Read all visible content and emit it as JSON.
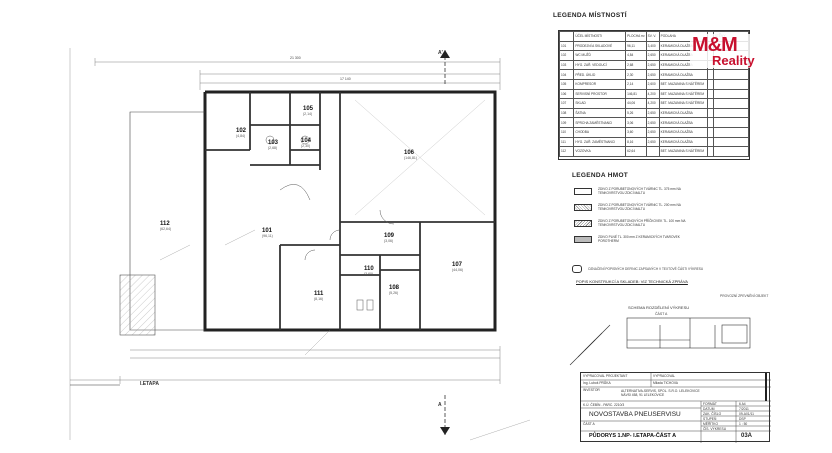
{
  "legend_rooms": {
    "title": "LEGENDA MÍSTNOSTÍ",
    "headers": [
      "",
      "ÚČEL MÍSTNOSTI",
      "PLOCHA m²",
      "SV. V.",
      "PODLAHA",
      "",
      "STĚNY"
    ],
    "rows": [
      {
        "no": "101",
        "name": "PRODEJNÍ A SKLADOVÉ",
        "area": "96,11",
        "h": "3,400",
        "floor": "KERAMICKÁ DLAŽBA",
        "wall": ""
      },
      {
        "no": "102",
        "name": "WC MUŽŮ",
        "area": "4,84",
        "h": "2,650",
        "floor": "KERAMICKÁ DLAŽBA",
        "wall": ""
      },
      {
        "no": "103",
        "name": "HYG. ZAŘ. VEDOUCÍ",
        "area": "2,68",
        "h": "2,650",
        "floor": "KERAMICKÁ DLAŽBA",
        "wall": ""
      },
      {
        "no": "104",
        "name": "PŘED. ÚKLID",
        "area": "2,30",
        "h": "2,650",
        "floor": "KERAMICKÁ DLAŽBA",
        "wall": ""
      },
      {
        "no": "105",
        "name": "KOMPRESOR",
        "area": "2,14",
        "h": "2,600",
        "floor": "BET. MAZANINA S NÁTĚREM",
        "wall": ""
      },
      {
        "no": "106",
        "name": "SERVISNÍ PROSTOR",
        "area": "146,81",
        "h": "4,200",
        "floor": "BET. MAZANINA S NÁTĚREM",
        "wall": ""
      },
      {
        "no": "107",
        "name": "SKLAD",
        "area": "44,06",
        "h": "4,200",
        "floor": "BET. MAZANINA S NÁTĚREM",
        "wall": ""
      },
      {
        "no": "108",
        "name": "ŠATNA",
        "area": "5,26",
        "h": "2,650",
        "floor": "KERAMICKÁ DLAŽBA",
        "wall": ""
      },
      {
        "no": "109",
        "name": "SPRCHA ZAMĚSTNANCI",
        "area": "3,06",
        "h": "2,650",
        "floor": "KERAMICKÁ DLAŽBA",
        "wall": ""
      },
      {
        "no": "110",
        "name": "CHODBA",
        "area": "3,60",
        "h": "2,650",
        "floor": "KERAMICKÁ DLAŽBA",
        "wall": ""
      },
      {
        "no": "111",
        "name": "HYG. ZAŘ. ZAMĚSTNANCI",
        "area": "8,16",
        "h": "2,650",
        "floor": "KERAMICKÁ DLAŽBA",
        "wall": ""
      },
      {
        "no": "112",
        "name": "VOZOVKA",
        "area": "62,64",
        "h": "",
        "floor": "BET. MAZANINA S NÁTĚREM",
        "wall": ""
      }
    ]
  },
  "logo": {
    "mm": "M&M",
    "sub": "Reality"
  },
  "legend_materials": {
    "title": "LEGENDA HMOT",
    "items": [
      {
        "text": "ZDIVO Z PORUBETONOVÝCH TVÁRNIC TL. 375 mm NA TENKOVRSTVOU ZDICÍ MALTU"
      },
      {
        "text": "ZDIVO Z PORUBETONOVÝCH TVÁRNIC TL. 200 mm NA TENKOVRSTVOU ZDICÍ MALTU"
      },
      {
        "text": "ZDIVO Z PORUBETONOVÝCH PŘÍČKOVEK TL. 100 mm NA TENKOVRSTVOU ZDICÍ MALTU"
      },
      {
        "text": "ZDIVO PLNÉ TL. 300 mm Z KERAMICKÝCH TVAROVEK POROTHERM"
      }
    ],
    "note": "OZNAČENÍ POPISNÝCH DEFINIC ZAPSANÝCH V TEXTOVÉ ČÁSTI VÝKRESU",
    "link": "POPIS KONSTRUKCÍ A SKLADEB: VIZ TECHNICKÁ ZPRÁVA"
  },
  "scheme": {
    "title": "SCHEMA ROZDĚLENÍ VÝKRESU",
    "label_a": "ČÁST A",
    "label_b": "PROVOZNÍ ZPEVNĚNÍ OBJEKT"
  },
  "rooms": [
    {
      "id": "101",
      "area": "(96,11)"
    },
    {
      "id": "102",
      "area": "(4,84)"
    },
    {
      "id": "103",
      "area": "(2,68)"
    },
    {
      "id": "104",
      "area": "(2,30)"
    },
    {
      "id": "105",
      "area": "(2,14)"
    },
    {
      "id": "106",
      "area": "(146,81)"
    },
    {
      "id": "107",
      "area": "(44,06)"
    },
    {
      "id": "108",
      "area": "(5,26)"
    },
    {
      "id": "109",
      "area": "(3,06)"
    },
    {
      "id": "110",
      "area": "(3,60)"
    },
    {
      "id": "111",
      "area": "(8,16)"
    },
    {
      "id": "112",
      "area": "(62,64)"
    }
  ],
  "plan_labels": {
    "etapa": "I.ETAPA",
    "section_a": "A'",
    "section_a2": "A",
    "dim_total": "21 300",
    "dim_mid": "17 140"
  },
  "titleblock": {
    "r1c1": "VYPRACOVAL PROJEKTANT",
    "r1c2": "VYPRACOVAL",
    "r2c1": "Ing. Luboš PRŮKA",
    "r2c2": "Milada TICHOVA",
    "r3c1": "INVESTOR",
    "r3c2": "ALTERNATIVA-SERVIS, SPOL. S.R.O. LELEKOVICE NÁVSI 458, 91 LELEKOVICE",
    "location": "K.Ú. ČEBÍN - PARC. 2210/3",
    "project": "NOVOSTAVBA PNEUSERVISU",
    "part": "ČÁST A",
    "drawing": "PŮDORYS 1.NP- I.ETAPA-ČÁST A",
    "k1": "FORMÁT",
    "v1": "6 A4",
    "k2": "DATUM",
    "v2": "7/2011",
    "k3": "ZAK. ČÍSLO",
    "v3": "09-A01/11",
    "k4": "STUPEŇ",
    "v4": "DSP",
    "k5": "MĚŘÍTKO",
    "v5": "1 : 50",
    "k6": "ČÍS. VÝKRESU",
    "v6": "03A"
  }
}
